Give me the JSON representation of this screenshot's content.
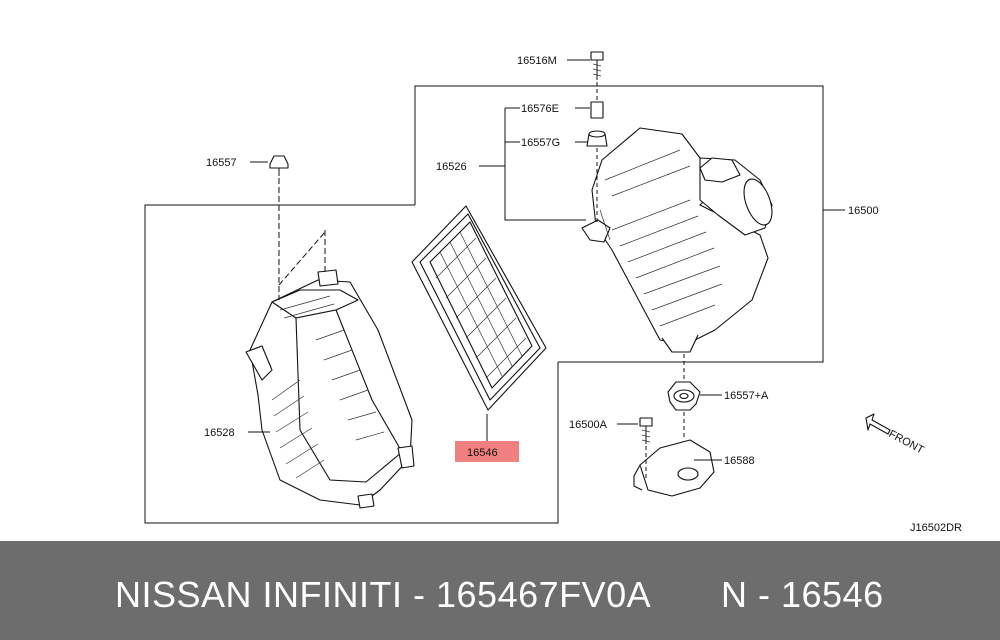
{
  "diagram": {
    "labels": {
      "p16516M": "16516M",
      "p16576E": "16576E",
      "p16557G": "16557G",
      "p16526": "16526",
      "p16557": "16557",
      "p16500": "16500",
      "p16528": "16528",
      "p16546": "16546",
      "p16557A": "16557+A",
      "p16500A": "16500A",
      "p16588": "16588"
    },
    "front_label": "FRONT",
    "drawing_code": "J16502DR",
    "highlight_color": "#f08080"
  },
  "footer": {
    "brand_part": "NISSAN  INFINITI - 165467FV0A",
    "ref_part": "N - 16546"
  }
}
